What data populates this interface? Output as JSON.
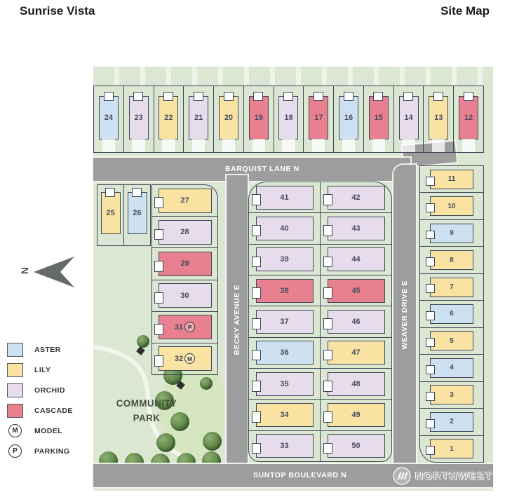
{
  "header": {
    "title": "Sunrise Vista",
    "subtitle": "Site Map"
  },
  "colors": {
    "aster": "#cde1f1",
    "lily": "#f9e2a2",
    "orchid": "#e6dcec",
    "cascade": "#e8808f",
    "street": "#9d9d9d",
    "map_green": "#dce7d3",
    "lawn": "#d6e6c1",
    "outline": "#3d4757"
  },
  "streets": {
    "barquist": "BARQUIST LANE N",
    "becky": "BECKY AVENUE E",
    "weaver": "WEAVER DRIVE E",
    "suntop": "SUNTOP BOULEVARD N"
  },
  "compass": {
    "letter": "N"
  },
  "park": {
    "line1": "COMMUNITY",
    "line2": "PARK"
  },
  "watermark": {
    "text": "NORTHWEST"
  },
  "legend": {
    "items": [
      {
        "label": "ASTER",
        "swatch": "aster"
      },
      {
        "label": "LILY",
        "swatch": "lily"
      },
      {
        "label": "ORCHID",
        "swatch": "orchid"
      },
      {
        "label": "CASCADE",
        "swatch": "cascade"
      },
      {
        "label": "MODEL",
        "symbol": "M"
      },
      {
        "label": "PARKING",
        "symbol": "P"
      }
    ]
  },
  "lots": {
    "top_row": [
      {
        "num": "24",
        "model": "aster"
      },
      {
        "num": "23",
        "model": "orchid"
      },
      {
        "num": "22",
        "model": "lily"
      },
      {
        "num": "21",
        "model": "orchid"
      },
      {
        "num": "20",
        "model": "lily"
      },
      {
        "num": "19",
        "model": "cascade"
      },
      {
        "num": "18",
        "model": "orchid"
      },
      {
        "num": "17",
        "model": "cascade"
      },
      {
        "num": "16",
        "model": "aster"
      },
      {
        "num": "15",
        "model": "cascade"
      },
      {
        "num": "14",
        "model": "orchid"
      },
      {
        "num": "13",
        "model": "lily"
      },
      {
        "num": "12",
        "model": "cascade"
      }
    ],
    "west_pair": [
      {
        "num": "25",
        "model": "lily"
      },
      {
        "num": "26",
        "model": "aster"
      }
    ],
    "west_column": [
      {
        "num": "27",
        "model": "lily"
      },
      {
        "num": "28",
        "model": "orchid"
      },
      {
        "num": "29",
        "model": "cascade"
      },
      {
        "num": "30",
        "model": "orchid"
      },
      {
        "num": "31",
        "model": "cascade",
        "badge": "P"
      },
      {
        "num": "32",
        "model": "lily",
        "badge": "M"
      }
    ],
    "mid_left": [
      {
        "num": "41",
        "model": "orchid"
      },
      {
        "num": "40",
        "model": "orchid"
      },
      {
        "num": "39",
        "model": "orchid"
      },
      {
        "num": "38",
        "model": "cascade"
      },
      {
        "num": "37",
        "model": "orchid"
      },
      {
        "num": "36",
        "model": "aster"
      },
      {
        "num": "35",
        "model": "orchid"
      },
      {
        "num": "34",
        "model": "lily"
      },
      {
        "num": "33",
        "model": "orchid"
      }
    ],
    "mid_right": [
      {
        "num": "42",
        "model": "orchid"
      },
      {
        "num": "43",
        "model": "orchid"
      },
      {
        "num": "44",
        "model": "orchid"
      },
      {
        "num": "45",
        "model": "cascade"
      },
      {
        "num": "46",
        "model": "orchid"
      },
      {
        "num": "47",
        "model": "lily"
      },
      {
        "num": "48",
        "model": "orchid"
      },
      {
        "num": "49",
        "model": "lily"
      },
      {
        "num": "50",
        "model": "orchid"
      }
    ],
    "east_column": [
      {
        "num": "11",
        "model": "lily"
      },
      {
        "num": "10",
        "model": "lily"
      },
      {
        "num": "9",
        "model": "aster"
      },
      {
        "num": "8",
        "model": "lily"
      },
      {
        "num": "7",
        "model": "lily"
      },
      {
        "num": "6",
        "model": "aster"
      },
      {
        "num": "5",
        "model": "lily"
      },
      {
        "num": "4",
        "model": "aster"
      },
      {
        "num": "3",
        "model": "lily"
      },
      {
        "num": "2",
        "model": "aster"
      },
      {
        "num": "1",
        "model": "lily"
      }
    ]
  }
}
